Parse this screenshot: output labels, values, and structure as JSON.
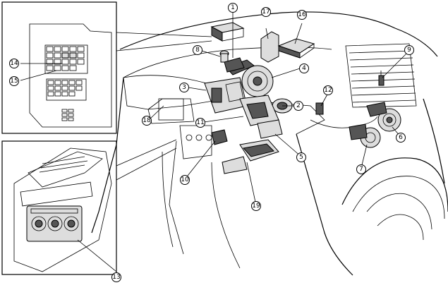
{
  "callouts": [
    {
      "id": "c1",
      "label": "1"
    },
    {
      "id": "c2",
      "label": "2"
    },
    {
      "id": "c3",
      "label": "3"
    },
    {
      "id": "c4",
      "label": "4"
    },
    {
      "id": "c5",
      "label": "5"
    },
    {
      "id": "c6",
      "label": "6"
    },
    {
      "id": "c7",
      "label": "7"
    },
    {
      "id": "c8",
      "label": "8"
    },
    {
      "id": "c9",
      "label": "9"
    },
    {
      "id": "c10",
      "label": "10"
    },
    {
      "id": "c11",
      "label": "11"
    },
    {
      "id": "c12",
      "label": "12"
    },
    {
      "id": "c13",
      "label": "13"
    },
    {
      "id": "c14",
      "label": "14"
    },
    {
      "id": "c15",
      "label": "15"
    },
    {
      "id": "c16",
      "label": "16"
    },
    {
      "id": "c17",
      "label": "17"
    },
    {
      "id": "c18",
      "label": "18"
    },
    {
      "id": "c19",
      "label": "19"
    }
  ]
}
